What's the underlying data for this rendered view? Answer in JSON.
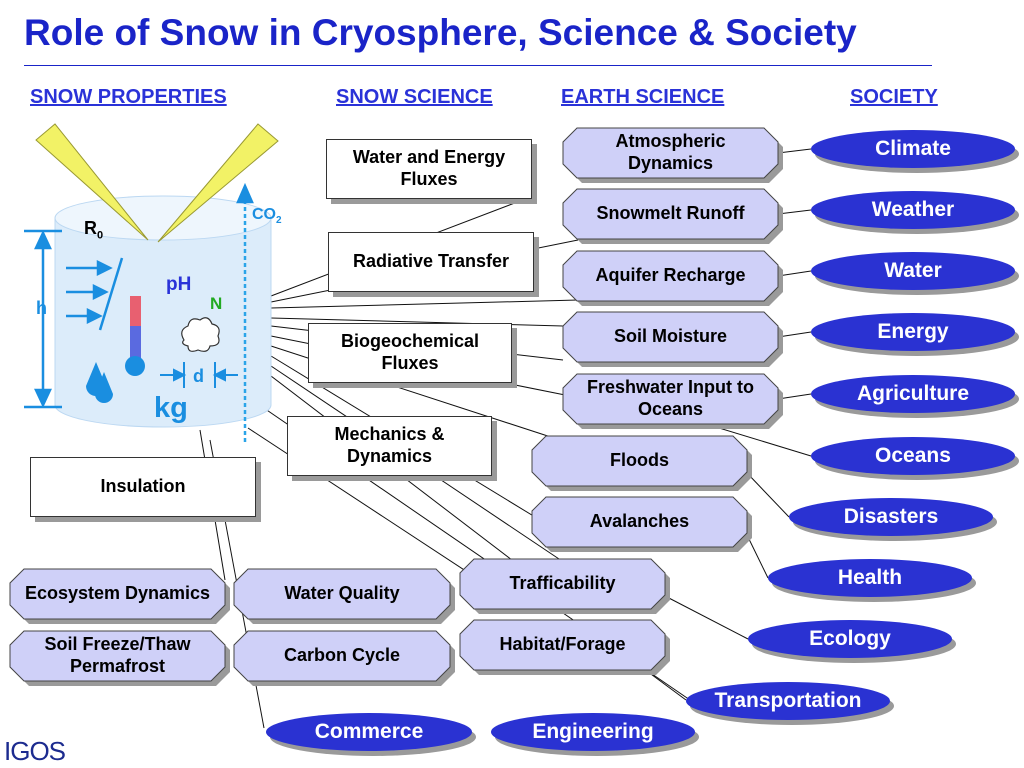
{
  "title": "Role of Snow in Cryosphere, Science & Society",
  "headers": {
    "snow_properties": "SNOW PROPERTIES",
    "snow_science": "SNOW SCIENCE",
    "earth_science": "EARTH SCIENCE",
    "society": "SOCIETY"
  },
  "properties": {
    "r0": "R",
    "r0_sub": "0",
    "co2": "CO",
    "co2_sub": "2",
    "ph": "pH",
    "n": "N",
    "h": "h",
    "d": "d",
    "kg": "kg"
  },
  "snow_science": [
    "Water and Energy Fluxes",
    "Radiative Transfer",
    "Biogeochemical Fluxes",
    "Mechanics & Dynamics",
    "Insulation"
  ],
  "earth_science": [
    "Atmospheric Dynamics",
    "Snowmelt Runoff",
    "Aquifer Recharge",
    "Soil Moisture",
    "Freshwater Input to Oceans",
    "Floods",
    "Avalanches",
    "Trafficability",
    "Habitat/Forage",
    "Water Quality",
    "Carbon Cycle",
    "Ecosystem Dynamics",
    "Soil Freeze/Thaw Permafrost"
  ],
  "society": [
    "Climate",
    "Weather",
    "Water",
    "Energy",
    "Agriculture",
    "Oceans",
    "Disasters",
    "Health",
    "Ecology",
    "Transportation",
    "Commerce",
    "Engineering"
  ],
  "logo": "IGOS",
  "colors": {
    "title": "#1a24c8",
    "header": "#2a32d8",
    "octagon_fill": "#cfd0f8",
    "oval_fill": "#2a32d2",
    "ray": "#f2f266",
    "cylinder": "#dcecfa",
    "arrow": "#1a8ee0"
  }
}
